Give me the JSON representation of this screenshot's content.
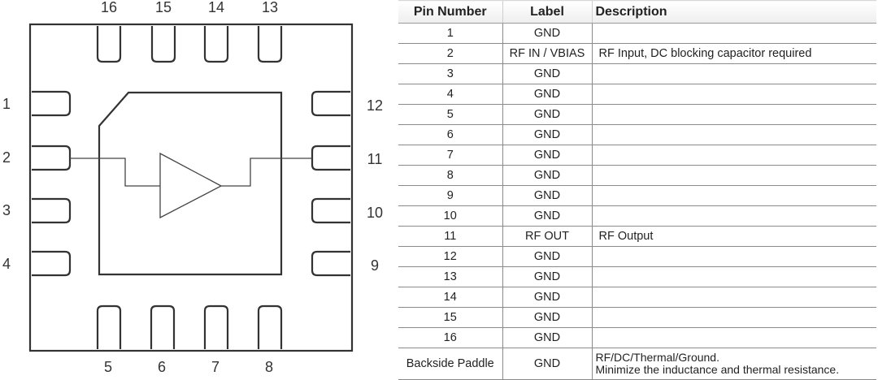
{
  "diagram": {
    "pins_top": [
      "16",
      "15",
      "14",
      "13"
    ],
    "pins_left": [
      "1",
      "2",
      "3",
      "4"
    ],
    "pins_right": [
      "12",
      "11",
      "10",
      "9"
    ],
    "pins_bottom": [
      "5",
      "6",
      "7",
      "8"
    ]
  },
  "table": {
    "headers": [
      "Pin Number",
      "Label",
      "Description"
    ],
    "rows": [
      {
        "pin": "1",
        "label": "GND",
        "description": ""
      },
      {
        "pin": "2",
        "label": "RF IN / VBIAS",
        "description": "RF Input, DC blocking capacitor required"
      },
      {
        "pin": "3",
        "label": "GND",
        "description": ""
      },
      {
        "pin": "4",
        "label": "GND",
        "description": ""
      },
      {
        "pin": "5",
        "label": "GND",
        "description": ""
      },
      {
        "pin": "6",
        "label": "GND",
        "description": ""
      },
      {
        "pin": "7",
        "label": "GND",
        "description": ""
      },
      {
        "pin": "8",
        "label": "GND",
        "description": ""
      },
      {
        "pin": "9",
        "label": "GND",
        "description": ""
      },
      {
        "pin": "10",
        "label": "GND",
        "description": ""
      },
      {
        "pin": "11",
        "label": "RF OUT",
        "description": "RF Output"
      },
      {
        "pin": "12",
        "label": "GND",
        "description": ""
      },
      {
        "pin": "13",
        "label": "GND",
        "description": ""
      },
      {
        "pin": "14",
        "label": "GND",
        "description": ""
      },
      {
        "pin": "15",
        "label": "GND",
        "description": ""
      },
      {
        "pin": "16",
        "label": "GND",
        "description": ""
      },
      {
        "pin": "Backside Paddle",
        "label": "GND",
        "description": "RF/DC/Thermal/Ground.",
        "description_line2": "Minimize the inductance and thermal resistance."
      }
    ]
  }
}
